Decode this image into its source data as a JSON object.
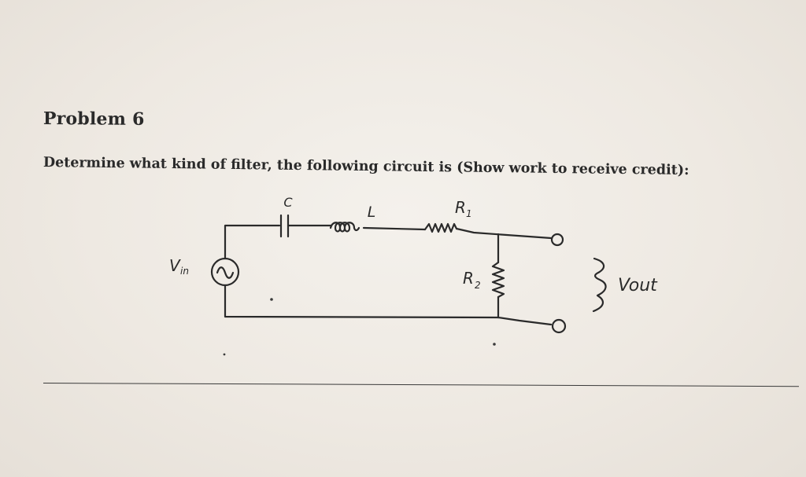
{
  "problem": {
    "title": "Problem 6",
    "question": "Determine what kind of filter, the following circuit is (Show work to receive credit):"
  },
  "circuit": {
    "labels": {
      "capacitor": "C",
      "inductor": "L",
      "resistor1": "R",
      "resistor1_sub": "1",
      "resistor2": "R",
      "resistor2_sub": "2",
      "vin": "V",
      "vin_sub": "in",
      "vout": "Vout"
    }
  }
}
